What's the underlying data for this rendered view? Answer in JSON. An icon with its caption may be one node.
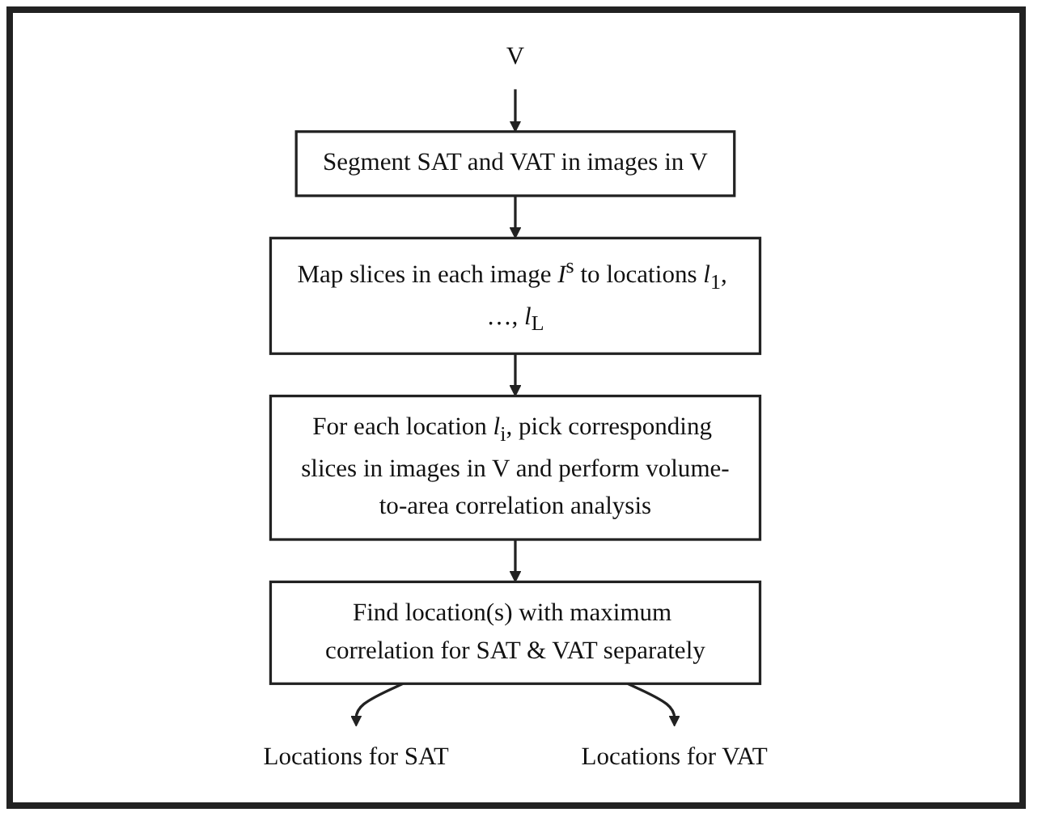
{
  "diagram": {
    "nodes": [
      {
        "text": [
          "V"
        ]
      },
      {
        "text": [
          "Segment SAT and VAT in images in V"
        ]
      },
      {
        "text": [
          "Map slices in each image *I*$^{s}$ to locations *l*$_{1}$, …, *l*$_{L}$"
        ]
      },
      {
        "text": [
          "For each location *l*$_{i}$, pick corresponding slices in images in V and perform volume-to-area correlation analysis"
        ]
      },
      {
        "text": [
          "Find location(s) with maximum correlation for SAT & VAT separately"
        ]
      },
      {
        "text": [
          "Locations for SAT"
        ]
      },
      {
        "text": [
          "Locations for VAT"
        ]
      }
    ],
    "edges": [
      {
        "from": 0,
        "to": 1,
        "arrow": "to"
      },
      {
        "from": 1,
        "to": 2,
        "arrow": "to"
      },
      {
        "from": 2,
        "to": 3,
        "arrow": "to"
      },
      {
        "from": 3,
        "to": 4,
        "arrow": "to"
      },
      {
        "from": 4,
        "to": 5,
        "arrow": "to"
      },
      {
        "from": 4,
        "to": 6,
        "arrow": "to"
      }
    ]
  }
}
